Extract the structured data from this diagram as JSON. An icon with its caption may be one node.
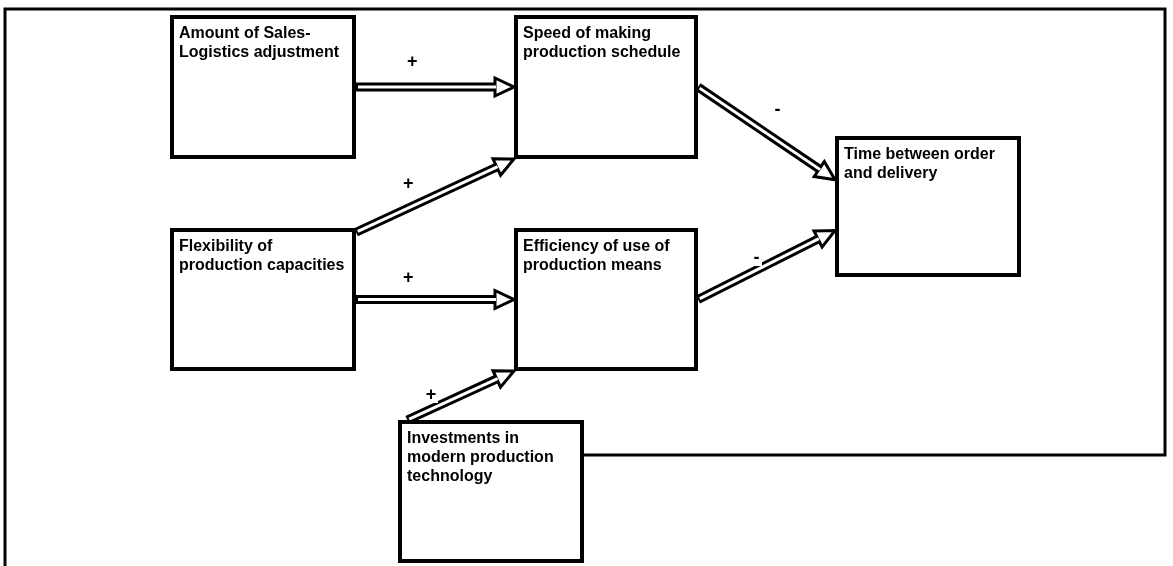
{
  "diagram": {
    "nodes": [
      {
        "text": [
          "Amount of Sales-Logistics adjustment"
        ]
      },
      {
        "text": [
          "Speed of making production schedule"
        ]
      },
      {
        "text": [
          "Flexibility of production capacities"
        ]
      },
      {
        "text": [
          "Efficiency of use of production means"
        ]
      },
      {
        "text": [
          "Time between order and delivery"
        ]
      },
      {
        "text": [
          "Investments in modern production technology"
        ]
      }
    ],
    "edges": [
      {
        "from": 0,
        "to": 1,
        "arrow": "to",
        "label": "+"
      },
      {
        "from": 2,
        "to": 1,
        "arrow": "to",
        "label": "+"
      },
      {
        "from": 2,
        "to": 3,
        "arrow": "to",
        "label": "+"
      },
      {
        "from": 5,
        "to": 3,
        "arrow": "to",
        "label": "+"
      },
      {
        "from": 1,
        "to": 4,
        "arrow": "to",
        "label": "-"
      },
      {
        "from": 3,
        "to": 4,
        "arrow": "to",
        "label": "-"
      }
    ]
  }
}
